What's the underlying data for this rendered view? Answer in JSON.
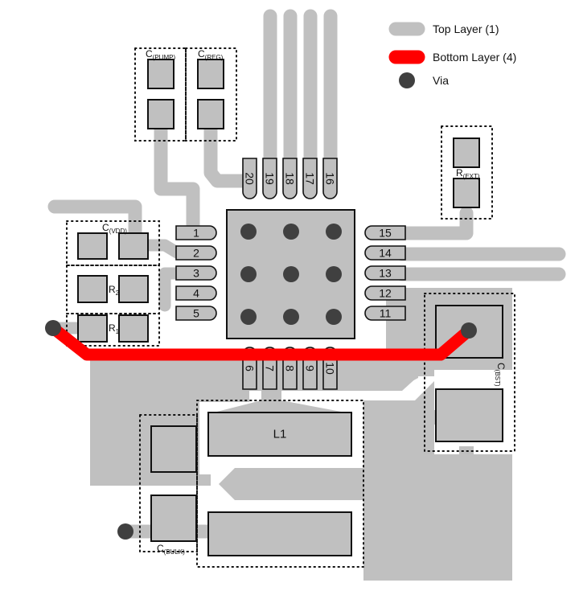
{
  "diagram": {
    "type": "pcb-layout",
    "colors": {
      "top_layer": "#c0c0c0",
      "bottom_layer": "#ff0000",
      "via": "#404040",
      "outline": "#111111"
    },
    "legend": [
      {
        "swatch": "top-layer-trace",
        "label": "Top Layer (1)"
      },
      {
        "swatch": "bottom-layer-trace",
        "label": "Bottom Layer (4)"
      },
      {
        "swatch": "via",
        "label": "Via"
      }
    ],
    "ic": {
      "pins_left": [
        "1",
        "2",
        "3",
        "4",
        "5"
      ],
      "pins_bottom": [
        "6",
        "7",
        "8",
        "9",
        "10"
      ],
      "pins_right": [
        "11",
        "12",
        "13",
        "14",
        "15"
      ],
      "pins_top": [
        "16",
        "17",
        "18",
        "19",
        "20"
      ],
      "thermal_vias": 9
    },
    "components": {
      "c_pump": {
        "main": "C",
        "sub": "(PUMP)"
      },
      "c_reg": {
        "main": "C",
        "sub": "(REG)"
      },
      "c_vdd": {
        "main": "C",
        "sub": "(VDD)"
      },
      "r2": {
        "main": "R",
        "sub": "2"
      },
      "r1": {
        "main": "R",
        "sub": "1"
      },
      "r_ext": {
        "main": "R",
        "sub": "(EXT)"
      },
      "c_bst": {
        "main": "C",
        "sub": "(BST)"
      },
      "l1": {
        "label": "L1"
      },
      "c_bulk": {
        "main": "C",
        "sub": "(BULK)"
      }
    }
  }
}
